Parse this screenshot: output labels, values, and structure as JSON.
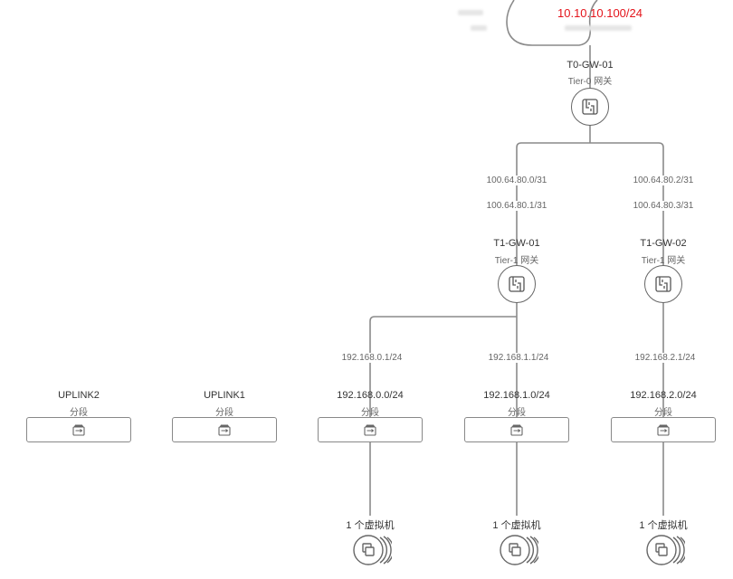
{
  "external": {
    "ip": "10.10.10.100/24"
  },
  "t0": {
    "name": "T0-GW-01",
    "type": "Tier-0 网关",
    "icon": "router-icon"
  },
  "t1": [
    {
      "name": "T1-GW-01",
      "type": "Tier-1 网关",
      "uplink_t0_ip": "100.64.80.0/31",
      "uplink_t1_ip": "100.64.80.1/31",
      "icon": "router-icon"
    },
    {
      "name": "T1-GW-02",
      "type": "Tier-1 网关",
      "uplink_t0_ip": "100.64.80.2/31",
      "uplink_t1_ip": "100.64.80.3/31",
      "icon": "router-icon"
    }
  ],
  "segments": [
    {
      "name": "UPLINK2",
      "type": "分段",
      "icon": "segment-icon"
    },
    {
      "name": "UPLINK1",
      "type": "分段",
      "icon": "segment-icon"
    },
    {
      "name": "192.168.0.0/24",
      "type": "分段",
      "gateway_ip": "192.168.0.1/24",
      "vm_label": "1 个虚拟机",
      "icon": "segment-icon"
    },
    {
      "name": "192.168.1.0/24",
      "type": "分段",
      "gateway_ip": "192.168.1.1/24",
      "vm_label": "1 个虚拟机",
      "icon": "segment-icon"
    },
    {
      "name": "192.168.2.0/24",
      "type": "分段",
      "gateway_ip": "192.168.2.1/24",
      "vm_label": "1 个虚拟机",
      "icon": "segment-icon"
    }
  ],
  "colors": {
    "line": "#888888",
    "external_ip": "#e4141b",
    "text": "#333333",
    "subtext": "#666666"
  }
}
